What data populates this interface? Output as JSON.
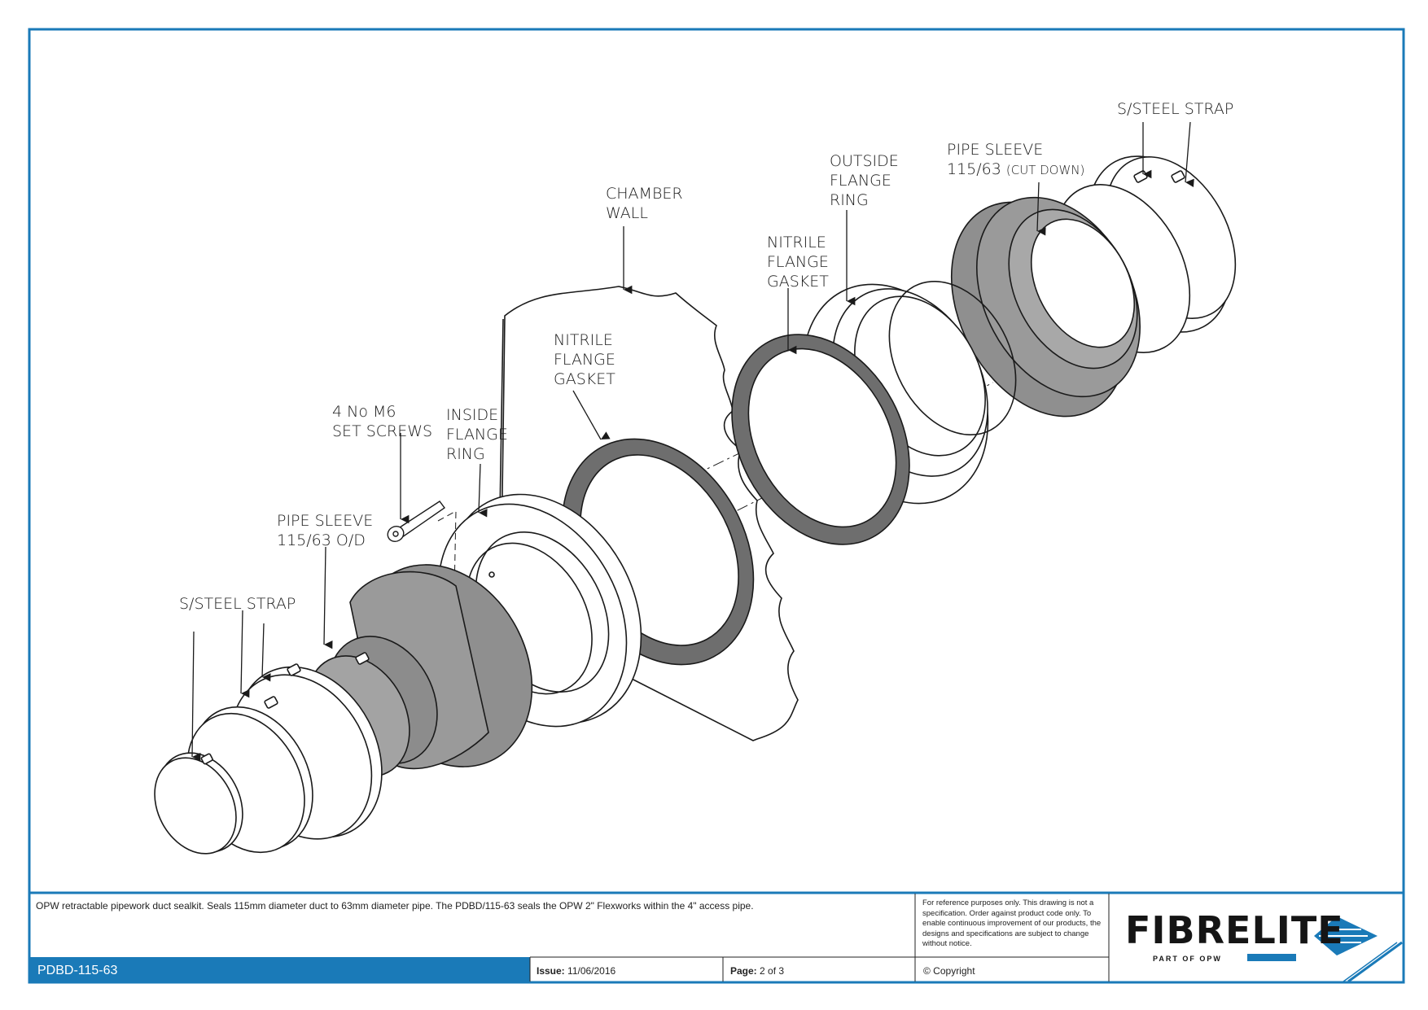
{
  "labels": {
    "steel_strap_left": "S/STEEL STRAP",
    "pipe_sleeve_od_line1": "PIPE SLEEVE",
    "pipe_sleeve_od_line2": "115/63 O/D",
    "set_screws_line1": "4 No M6",
    "set_screws_line2": "SET SCREWS",
    "inside_flange_line1": "INSIDE",
    "inside_flange_line2": "FLANGE",
    "inside_flange_line3": "RING",
    "gasket_inner_line1": "NITRILE",
    "gasket_inner_line2": "FLANGE",
    "gasket_inner_line3": "GASKET",
    "chamber_wall_line1": "CHAMBER",
    "chamber_wall_line2": "WALL",
    "gasket_outer_line1": "NITRILE",
    "gasket_outer_line2": "FLANGE",
    "gasket_outer_line3": "GASKET",
    "outside_flange_line1": "OUTSIDE",
    "outside_flange_line2": "FLANGE",
    "outside_flange_line3": "RING",
    "pipe_sleeve_cut_line1": "PIPE SLEEVE",
    "pipe_sleeve_cut_line2": "115/63",
    "pipe_sleeve_cut_suffix": "(CUT DOWN)",
    "steel_strap_right": "S/STEEL STRAP"
  },
  "title_block": {
    "description": "OPW retractable pipework duct sealkit. Seals 115mm diameter duct to 63mm diameter pipe. The PDBD/115-63 seals the OPW 2\" Flexworks within the 4\" access pipe.",
    "disclaimer": "For reference purposes only. This drawing is not a specification. Order against product code only.  To enable continuous improvement of our products, the designs and specifications are subject to change without notice.",
    "product_code": "PDBD-115-63",
    "issue_label": "Issue:",
    "issue_date": "11/06/2016",
    "page_label": "Page:",
    "page_value": "2 of 3",
    "copyright": "© Copyright",
    "logo_text": "FIBRELITE",
    "logo_subtext": "PART OF OPW"
  },
  "colors": {
    "frame_blue": "#1a7ab8",
    "gasket_grey": "#6e6e6e",
    "sleeve_grey": "#9a9a9a",
    "line": "#1a1a1a"
  }
}
